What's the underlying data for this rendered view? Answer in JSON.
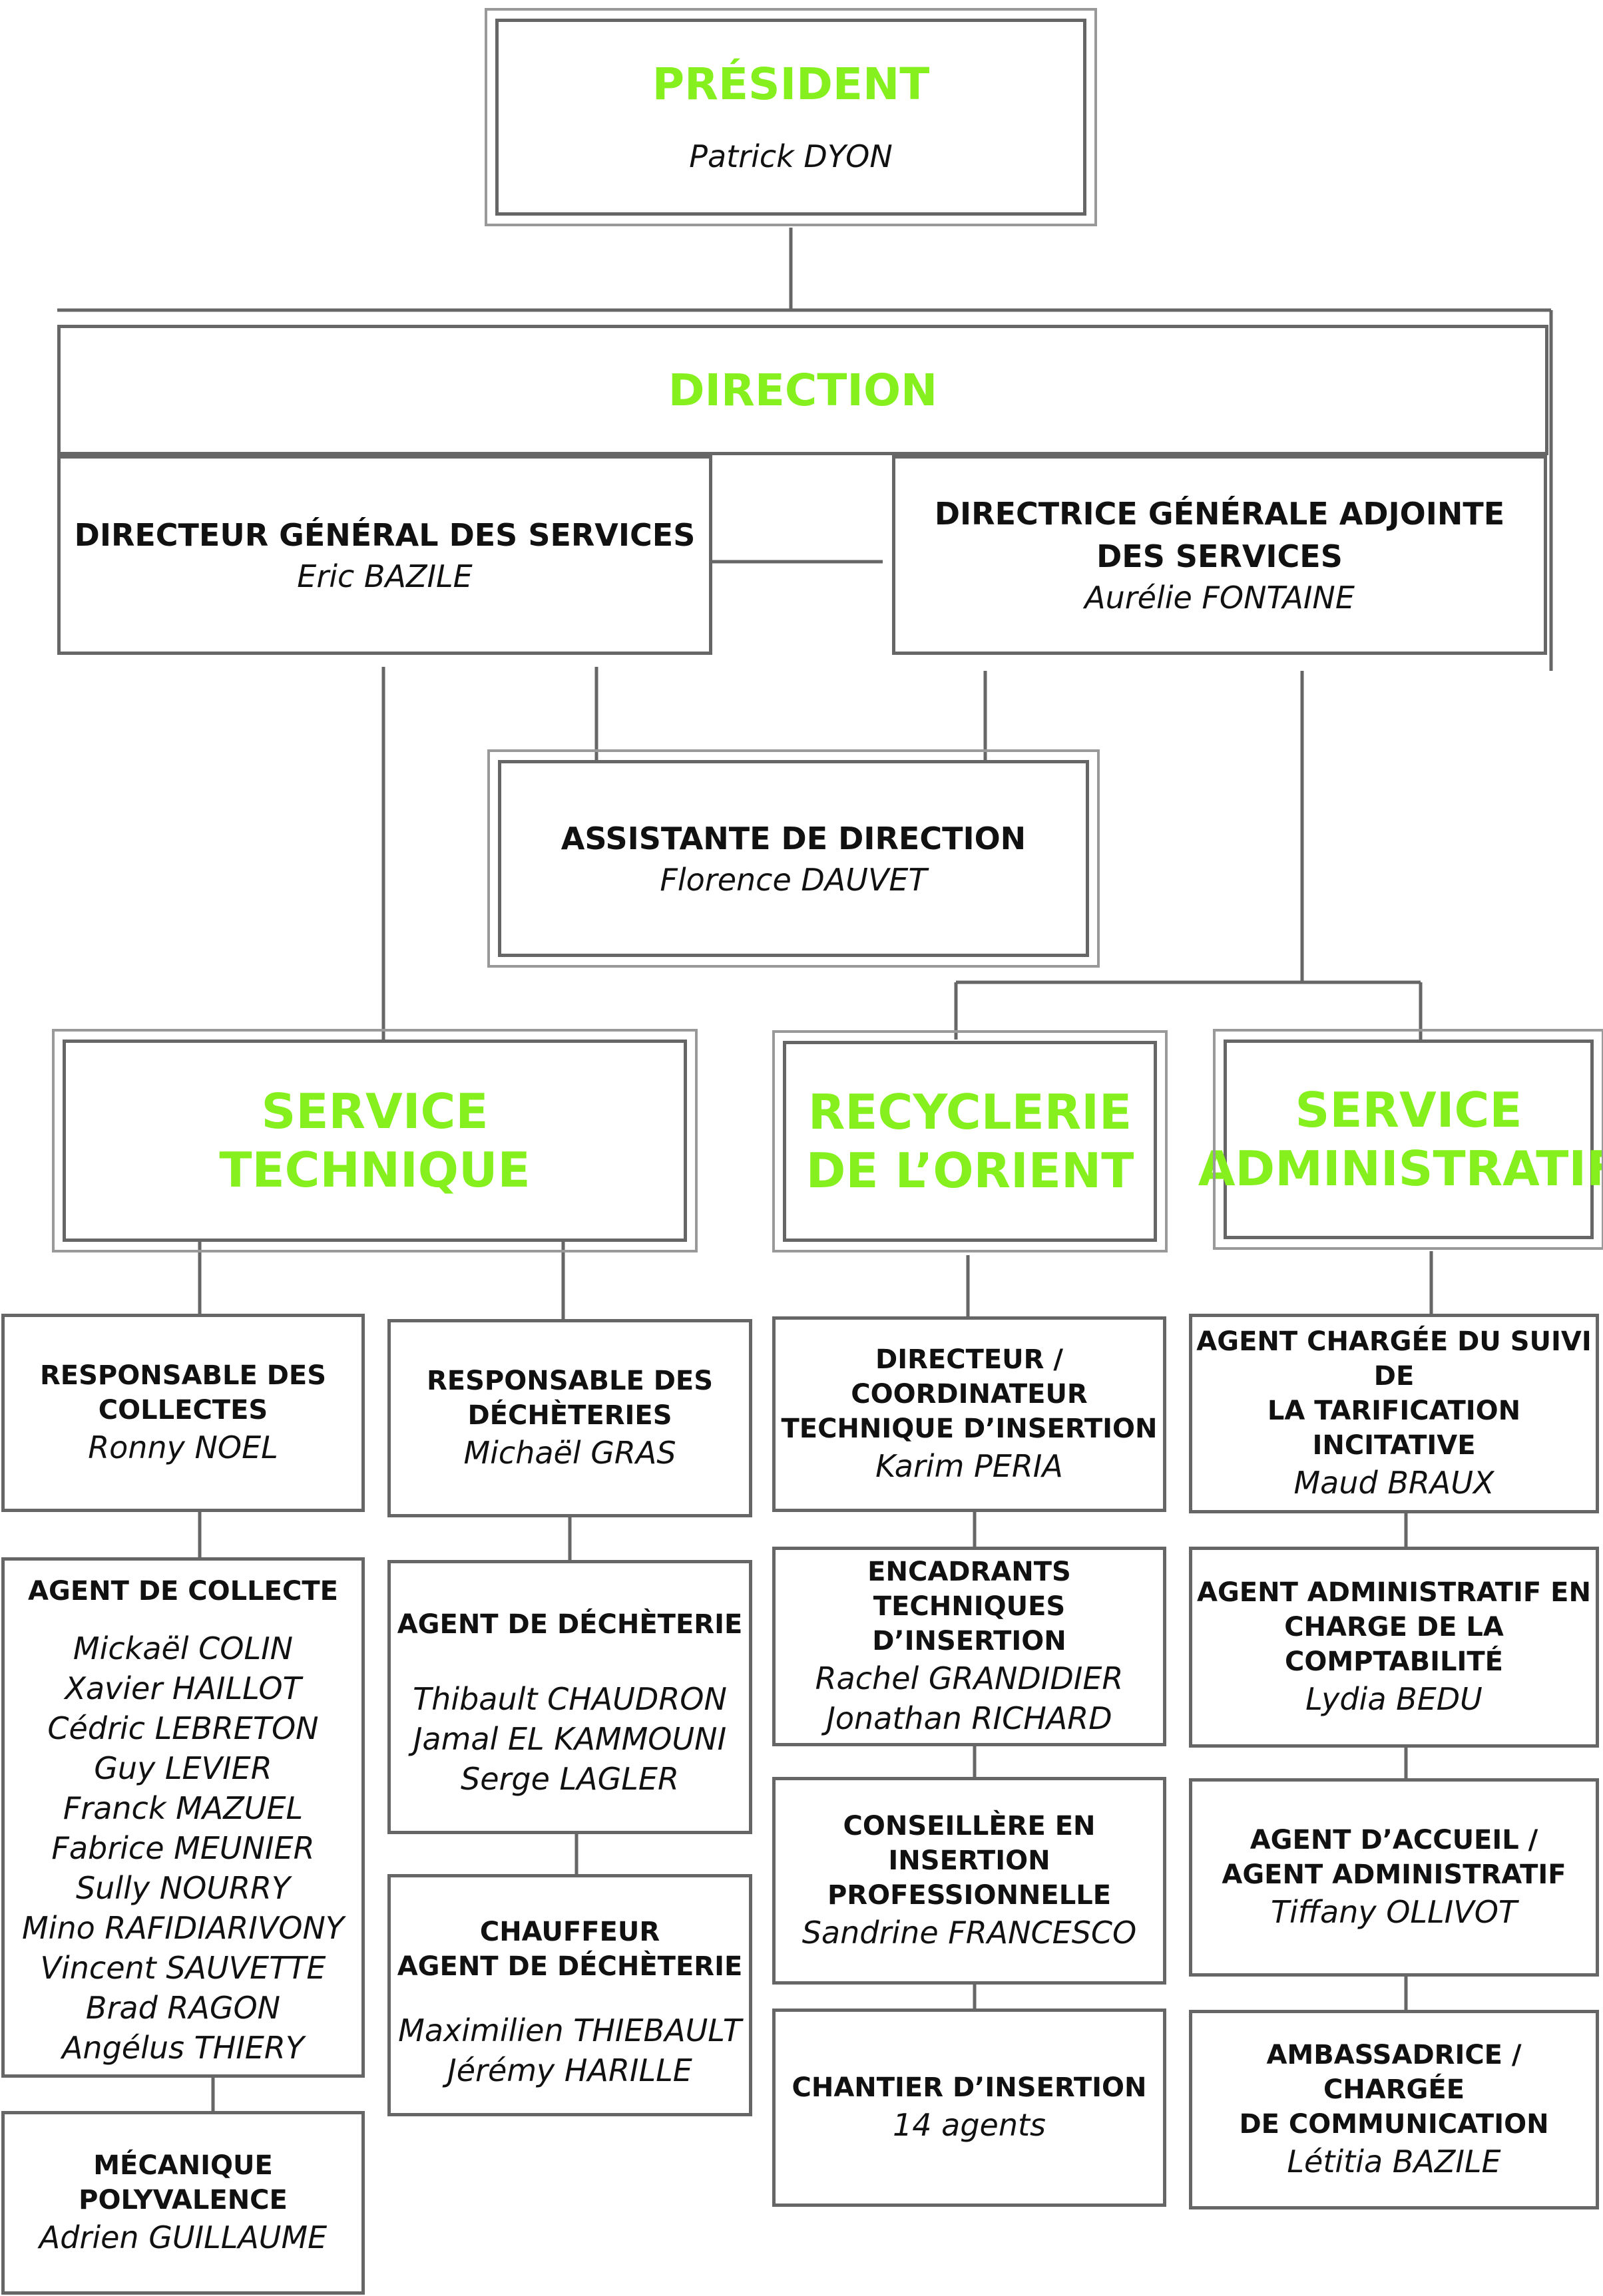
{
  "president": {
    "title": "PRÉSIDENT",
    "name": "Patrick DYON"
  },
  "direction": {
    "title": "DIRECTION",
    "dgs": {
      "role": "DIRECTEUR GÉNÉRAL DES SERVICES",
      "name": "Eric BAZILE"
    },
    "dgas": {
      "role_line1": "DIRECTRICE GÉNÉRALE ADJOINTE",
      "role_line2": "DES SERVICES",
      "name": "Aurélie FONTAINE"
    }
  },
  "assistante": {
    "role": "ASSISTANTE DE DIRECTION",
    "name": "Florence DAUVET"
  },
  "service_technique": {
    "title_line1": "SERVICE",
    "title_line2": "TECHNIQUE",
    "resp_collectes": {
      "role_line1": "RESPONSABLE DES",
      "role_line2": "COLLECTES",
      "name": "Ronny NOEL"
    },
    "agent_collecte": {
      "role": "AGENT DE COLLECTE",
      "names": [
        "Mickaël COLIN",
        "Xavier HAILLOT",
        "Cédric LEBRETON",
        "Guy LEVIER",
        "Franck MAZUEL",
        "Fabrice MEUNIER",
        "Sully NOURRY",
        "Mino RAFIDIARIVONY",
        "Vincent SAUVETTE",
        "Brad RAGON",
        "Angélus THIERY"
      ]
    },
    "mecanique": {
      "role_line1": "MÉCANIQUE",
      "role_line2": "POLYVALENCE",
      "name": "Adrien GUILLAUME"
    },
    "resp_decheteries": {
      "role_line1": "RESPONSABLE DES",
      "role_line2": "DÉCHÈTERIES",
      "name": "Michaël GRAS"
    },
    "agent_decheterie": {
      "role": "AGENT DE DÉCHÈTERIE",
      "names": [
        "Thibault CHAUDRON",
        "Jamal EL KAMMOUNI",
        "Serge LAGLER"
      ]
    },
    "chauffeur": {
      "role_line1": "CHAUFFEUR",
      "role_line2": "AGENT DE DÉCHÈTERIE",
      "names": [
        "Maximilien THIEBAULT",
        "Jérémy HARILLE"
      ]
    }
  },
  "recyclerie": {
    "title_line1": "RECYCLERIE",
    "title_line2": "DE L’ORIENT",
    "directeur": {
      "role_line1": "DIRECTEUR / COORDINATEUR",
      "role_line2": "TECHNIQUE D’INSERTION",
      "name": "Karim PERIA"
    },
    "encadrants": {
      "role_line1": "ENCADRANTS TECHNIQUES",
      "role_line2": "D’INSERTION",
      "names": [
        "Rachel GRANDIDIER",
        "Jonathan RICHARD"
      ]
    },
    "conseillere": {
      "role_line1": "CONSEILLÈRE EN INSERTION",
      "role_line2": "PROFESSIONNELLE",
      "name": "Sandrine FRANCESCO"
    },
    "chantier": {
      "role": "CHANTIER D’INSERTION",
      "name": "14 agents"
    }
  },
  "service_administratif": {
    "title_line1": "SERVICE",
    "title_line2": "ADMINISTRATIF",
    "tarification": {
      "role_line1": "AGENT CHARGÉE DU SUIVI DE",
      "role_line2": "LA TARIFICATION INCITATIVE",
      "name": "Maud BRAUX"
    },
    "comptabilite": {
      "role_line1": "AGENT ADMINISTRATIF EN",
      "role_line2": "CHARGE DE LA COMPTABILITÉ",
      "name": "Lydia BEDU"
    },
    "accueil": {
      "role_line1": "AGENT D’ACCUEIL /",
      "role_line2": "AGENT ADMINISTRATIF",
      "name": "Tiffany OLLIVOT"
    },
    "ambassadrice": {
      "role_line1": "AMBASSADRICE / CHARGÉE",
      "role_line2": "DE COMMUNICATION",
      "name": "Létitia BAZILE"
    }
  }
}
